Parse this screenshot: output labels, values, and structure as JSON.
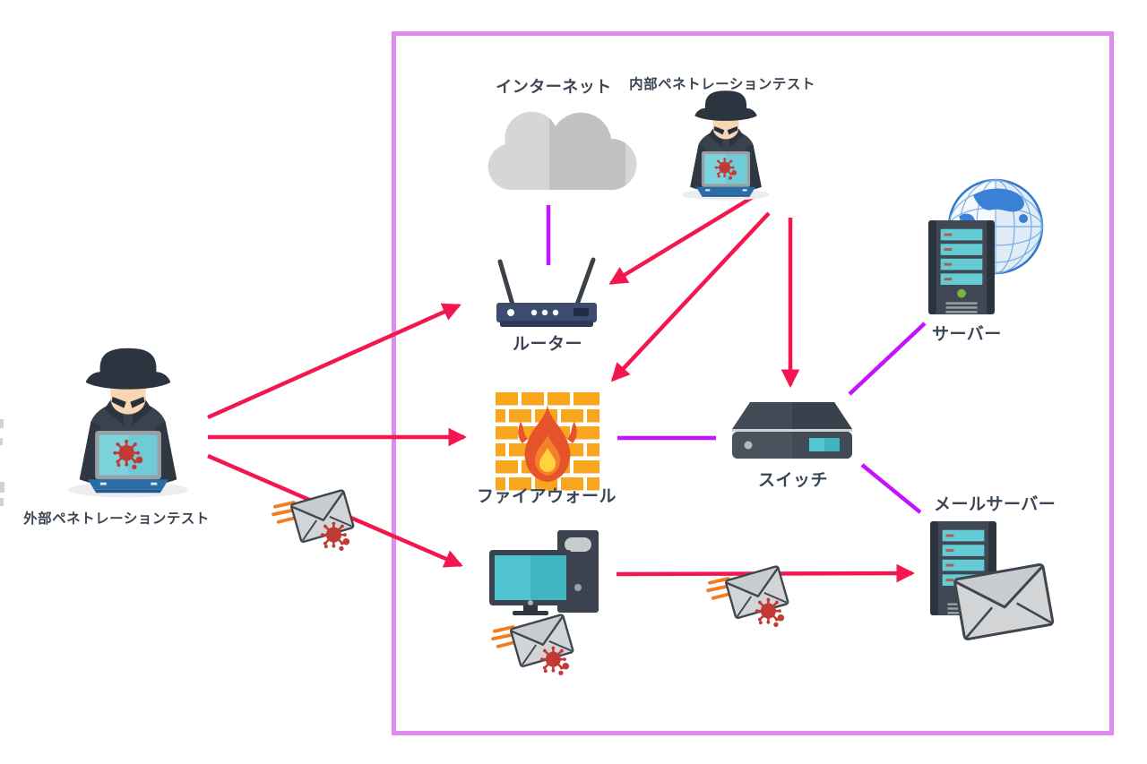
{
  "diagram": {
    "title_hint": "penetration-test-network-diagram",
    "labels": {
      "internet": "インターネット",
      "internal_pentest": "内部ペネトレーションテスト",
      "router": "ルーター",
      "server": "サーバー",
      "firewall": "ファイアウォール",
      "switch": "スイッチ",
      "mail_server": "メールサーバー",
      "external_pentest": "外部ペネトレーションテスト"
    },
    "colors": {
      "boundary_border": "#e18bf2",
      "attack_arrow": "#f4164e",
      "link_line": "#c414fb",
      "label_text": "#3b4654",
      "virus": "#c23a34",
      "speed_lines": "#f47b20",
      "firewall_brick": "#f9a61f",
      "flame": "#e7532a",
      "screen_teal": "#6fcbd6"
    }
  }
}
